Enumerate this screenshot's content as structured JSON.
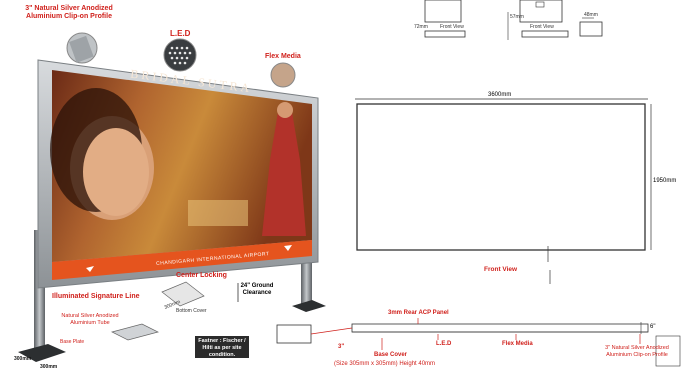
{
  "colors": {
    "accent_red": "#d0211c",
    "sign_orange": "#e5541e",
    "frame_silver": "#9ea3a7",
    "post_dark": "#3a3d40"
  },
  "billboard": {
    "brand_text": "BRIDAL SUTRA",
    "banner_text": "CHANDIGARH INTERNATIONAL AIRPORT",
    "callout_profile": "3\" Natural Silver Anodized Aluminium Clip-on Profile",
    "callout_led": "L.E.D",
    "callout_flex": "Flex Media",
    "callout_signature": "Illuminated Signature Line",
    "callout_tube": "Natural Silver Anodized Aluminium Tube",
    "callout_base_plate": "Base Plate",
    "center_locking": "Center Locking",
    "ground_clearance": "24\" Ground Clearance",
    "bottom_cover": "Bottom Cover",
    "dim_a": "300mm",
    "dim_b": "300mm",
    "dim_c": "300mm",
    "fastener_note": "Fastner : Fischer / Hilti as per site condition."
  },
  "top_views": {
    "left_label": "Front View",
    "left_dim": "72mm",
    "mid_label": "Front View",
    "mid_dim": "57mm",
    "right_dim": "48mm"
  },
  "front_view": {
    "width_label": "3600mm",
    "height_label": "1950mm",
    "title": "Front View"
  },
  "section": {
    "rear_panel": "3mm Rear ACP Panel",
    "led": "L.E.D",
    "flex": "Flex Media",
    "three_inch": "3\"",
    "six_inch": "6\"",
    "profile": "3\" Natural Silver Anodized Aluminium Clip-on Profile",
    "base_cover_title": "Base Cover",
    "base_cover_size": "(Size 305mm x 305mm) Height 40mm"
  }
}
